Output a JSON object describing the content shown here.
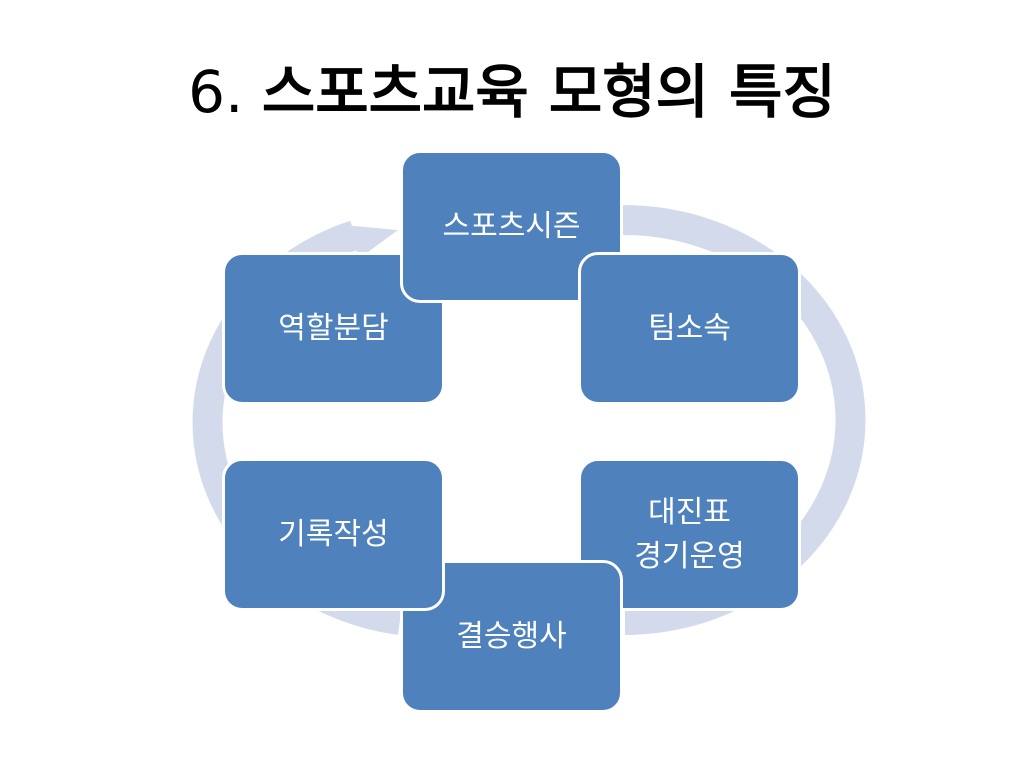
{
  "title": {
    "number": "6.",
    "text": "스포츠교육 모형의 특징"
  },
  "diagram": {
    "box_color": "#4F81BD",
    "ring_color": "#D3DAEC",
    "nodes": [
      "스포츠시즌",
      "팀소속",
      "대진표\n경기운영",
      "결승행사",
      "기록작성",
      "역할분담"
    ]
  }
}
